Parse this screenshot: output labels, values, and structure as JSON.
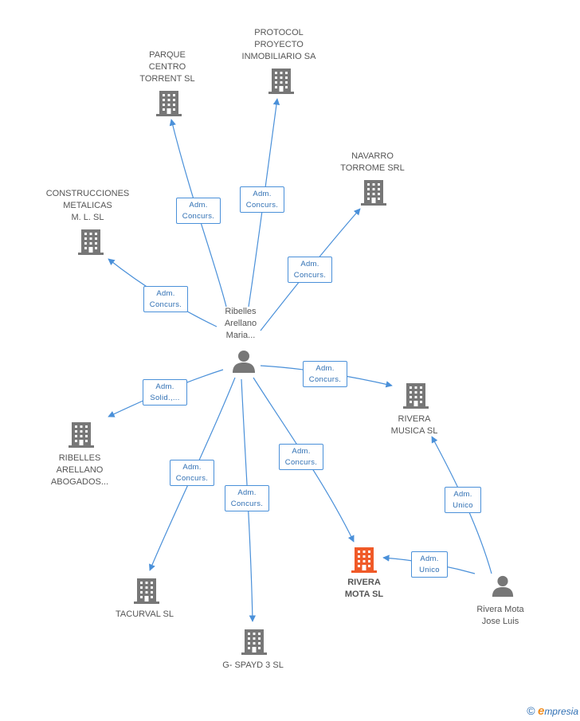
{
  "colors": {
    "edge": "#4a90d9",
    "company": "#777777",
    "focus_company": "#f05a28",
    "person": "#777777",
    "badge_text": "#2f6fb3"
  },
  "nodes": {
    "parque": {
      "label": "PARQUE\nCENTRO\nTORRENT SL",
      "icon": "building-icon"
    },
    "protocol": {
      "label": "PROTOCOL\nPROYECTO\nINMOBILIARIO SA",
      "icon": "building-icon"
    },
    "navarro": {
      "label": "NAVARRO\nTORROME SRL",
      "icon": "building-icon"
    },
    "construcciones": {
      "label": "CONSTRUCCIONES\nMETALICAS\nM. L.  SL",
      "icon": "building-icon"
    },
    "ribelles_person": {
      "label": "Ribelles\nArellano\nMaria...",
      "icon": "person-icon"
    },
    "rivera_musica": {
      "label": "RIVERA\nMUSICA SL",
      "icon": "building-icon"
    },
    "ribelles_abogados": {
      "label": "RIBELLES\nARELLANO\nABOGADOS...",
      "icon": "building-icon"
    },
    "rivera_mota": {
      "label": "RIVERA\nMOTA SL",
      "icon": "building-icon"
    },
    "rivera_person": {
      "label": "Rivera Mota\nJose Luis",
      "icon": "person-icon"
    },
    "tacurval": {
      "label": "TACURVAL SL",
      "icon": "building-icon"
    },
    "gspayd": {
      "label": "G- SPAYD 3 SL",
      "icon": "building-icon"
    }
  },
  "edges": [
    {
      "id": "e_parque",
      "line1": "Adm.",
      "line2": "Concurs."
    },
    {
      "id": "e_protocol",
      "line1": "Adm.",
      "line2": "Concurs."
    },
    {
      "id": "e_navarro",
      "line1": "Adm.",
      "line2": "Concurs."
    },
    {
      "id": "e_construcciones",
      "line1": "Adm.",
      "line2": "Concurs."
    },
    {
      "id": "e_rivera_musica",
      "line1": "Adm.",
      "line2": "Concurs."
    },
    {
      "id": "e_abogados",
      "line1": "Adm.",
      "line2": "Solid.,..."
    },
    {
      "id": "e_rivera_mota",
      "line1": "Adm.",
      "line2": "Concurs."
    },
    {
      "id": "e_tacurval",
      "line1": "Adm.",
      "line2": "Concurs."
    },
    {
      "id": "e_gspayd",
      "line1": "Adm.",
      "line2": "Concurs."
    },
    {
      "id": "e_rm_musica",
      "line1": "Adm.",
      "line2": "Unico"
    },
    {
      "id": "e_rm_mota",
      "line1": "Adm.",
      "line2": "Unico"
    }
  ],
  "footer": {
    "copyright": "©",
    "brand_e": "e",
    "brand_rest": "mpresia"
  }
}
